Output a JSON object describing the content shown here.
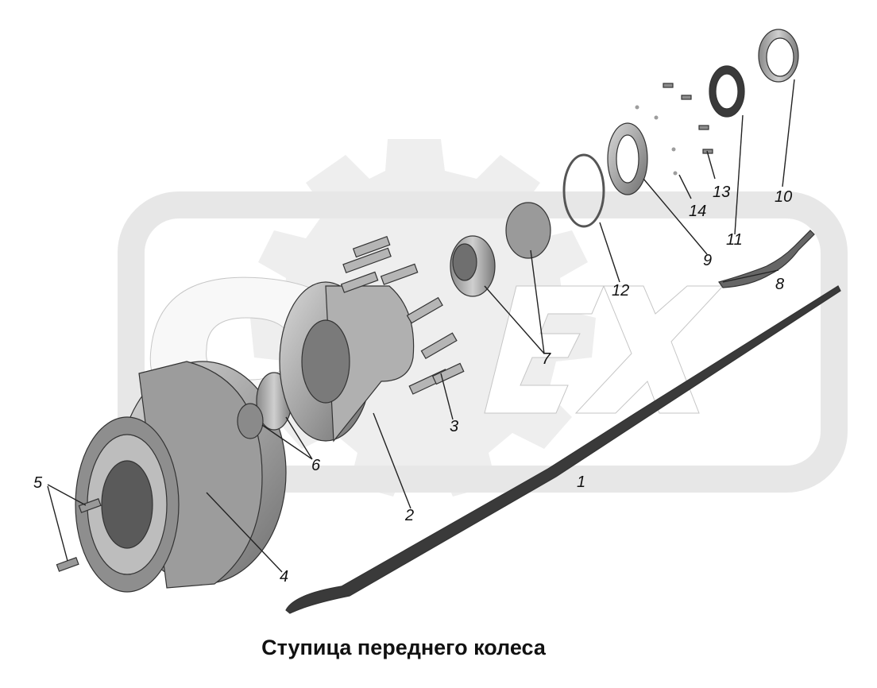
{
  "title": "Ступица переднего колеса",
  "callouts": [
    "1",
    "2",
    "3",
    "4",
    "5",
    "6",
    "7",
    "8",
    "9",
    "10",
    "11",
    "12",
    "13",
    "14"
  ],
  "watermark": {
    "text": "OPEX",
    "color": "#e6e6e6"
  },
  "colors": {
    "part_fill": "#a8a8a8",
    "part_dark": "#6f6f6f",
    "part_light": "#cfcfcf",
    "line": "#222222"
  }
}
